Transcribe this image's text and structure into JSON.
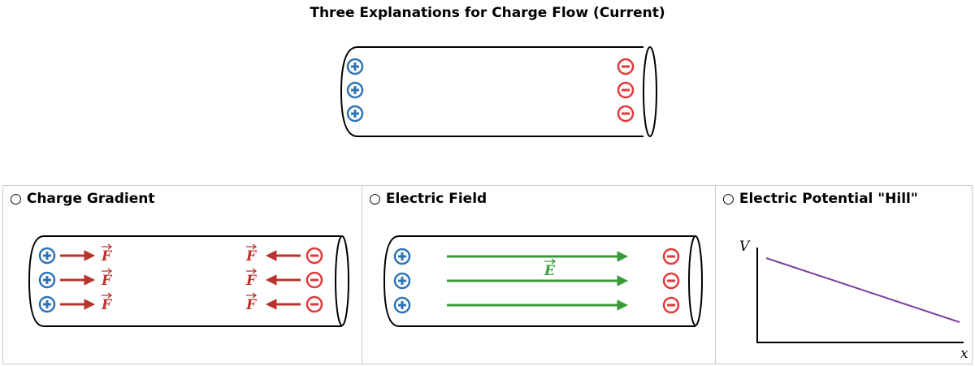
{
  "title": "Three Explanations for Charge Flow (Current)",
  "colors": {
    "positive": "#2e74b5",
    "negative": "#e03a3a",
    "force": "#b8342c",
    "field": "#3a9a3a",
    "potential": "#7b3fa0"
  },
  "panels": [
    {
      "bullet": "○",
      "title": "Charge Gradient",
      "force_label": "F"
    },
    {
      "bullet": "○",
      "title": "Electric Field",
      "field_label": "E"
    },
    {
      "bullet": "○",
      "title": "Electric Potential \"Hill\"",
      "y_axis_label": "V",
      "x_axis_label": "x"
    }
  ],
  "symbols": {
    "positive": "+",
    "negative": "−"
  }
}
